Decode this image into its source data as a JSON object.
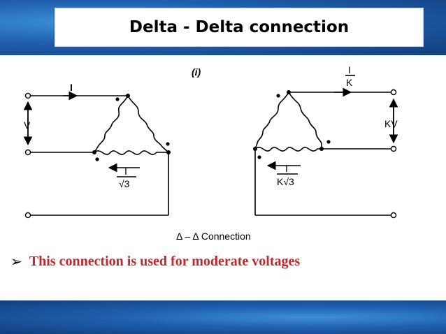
{
  "slide": {
    "title": "Delta - Delta connection",
    "bullet_text": "This connection is used for moderate voltages",
    "colors": {
      "band": "#1f5fae",
      "bullet_text": "#c0282b"
    }
  },
  "diagram": {
    "panel_label": "(i)",
    "caption": "Δ – Δ Connection",
    "primary": {
      "current_label": "I",
      "voltage_label": "V",
      "winding_current_num": "I",
      "winding_current_den": "√3"
    },
    "secondary": {
      "current_num": "I",
      "current_den": "K",
      "voltage_label": "KV",
      "winding_current_num": "I",
      "winding_current_den": "K√3"
    }
  }
}
